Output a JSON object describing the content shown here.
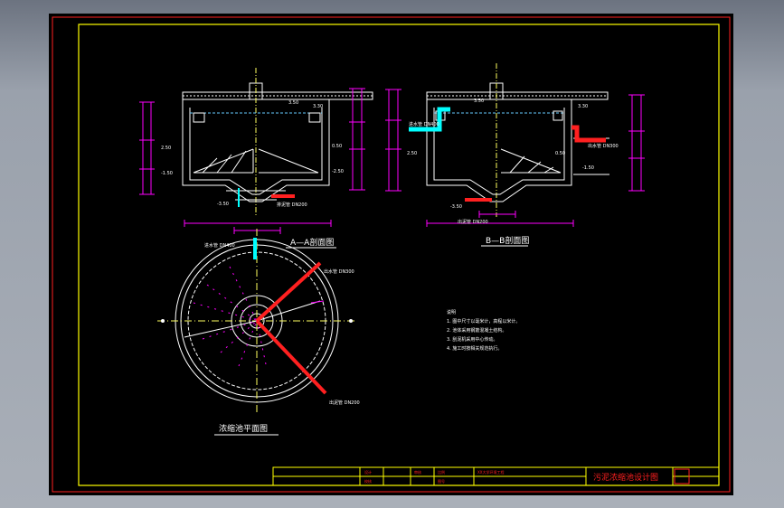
{
  "drawing": {
    "title": "污泥浓缩池设计图",
    "views": {
      "section_aa": "A—A剖面图",
      "section_bb": "B—B剖面图",
      "plan": "浓缩池平面图"
    },
    "annotations": {
      "inlet": "进水管 DN400",
      "overflow": "出水管 DN300",
      "sludge_out": "排泥管 DN200",
      "sludge_out2": "出泥管 DN200",
      "levels": [
        "3.50",
        "3.30",
        "2.50",
        "0.50",
        "-1.50",
        "-2.50",
        "-3.50"
      ]
    },
    "notes": {
      "heading": "说明",
      "lines": [
        "1. 图中尺寸以毫米计，高程以米计。",
        "2. 池体采用钢筋混凝土结构。",
        "3. 刮泥机采用中心传动。",
        "4. 施工时按相关规范执行。"
      ]
    },
    "title_block": {
      "cells": [
        "设计",
        "校核",
        "审核",
        "比例",
        "图号"
      ],
      "school": "XX大学环境工程",
      "title_cn": "污泥浓缩池设计图"
    },
    "colors": {
      "line": "#ffffff",
      "frame": "#ffff00",
      "dim": "#ff00ff",
      "pipe_red": "#ff2020",
      "pipe_cyan": "#00ffff",
      "centerline": "#ffff60"
    }
  }
}
